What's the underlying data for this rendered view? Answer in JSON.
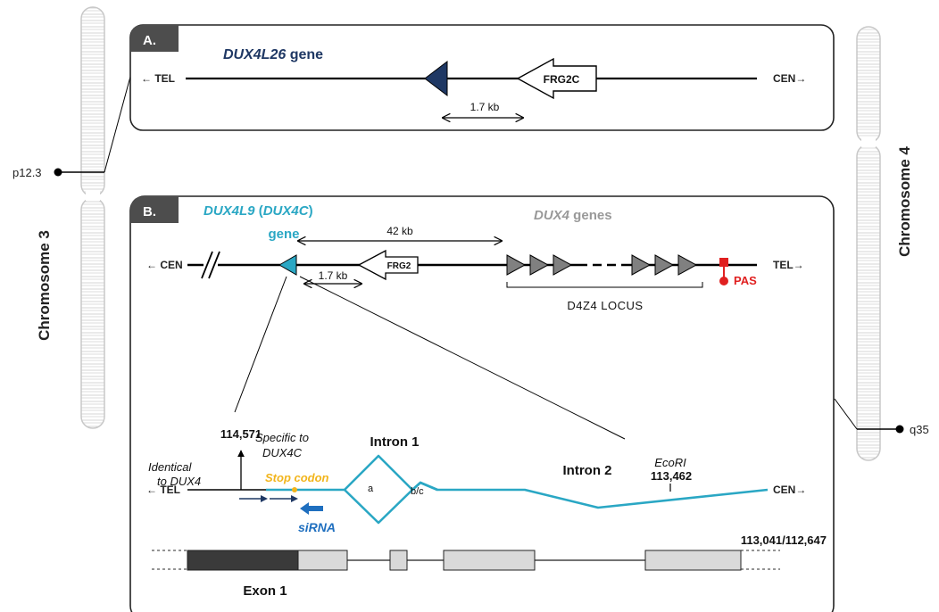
{
  "panel_a": {
    "tag": "A.",
    "gene_name": "DUX4L26",
    "gene_suffix": " gene",
    "left_end": "← TEL",
    "right_end": "CEN→",
    "frg_label": "FRG2C",
    "distance": "1.7 kb"
  },
  "panel_b": {
    "tag": "B.",
    "gene_name": "DUX4L9",
    "gene_alias_open": " (",
    "gene_alias": "DUX4C",
    "gene_alias_close": ")",
    "gene_word": "gene",
    "dux4_genes_italic": "DUX4",
    "dux4_genes_suffix": " genes",
    "left_end": "← CEN",
    "right_end": "TEL→",
    "frg_label": "FRG2",
    "distance_long": "42 kb",
    "distance_short": "1.7 kb",
    "locus_label": "D4Z4 LOCUS",
    "pas_label": "PAS"
  },
  "detail": {
    "left_end": "← TEL",
    "right_end": "CEN→",
    "identical_line1": "Identical",
    "identical_line2": "to DUX4",
    "coord_start": "114,571",
    "specific_line1": "Specific to",
    "specific_line2": "DUX4C",
    "stop_codon": "Stop codon",
    "sirna": "siRNA",
    "intron1": "Intron 1",
    "intron1_a": "a",
    "intron1_bc": "b/c",
    "intron2": "Intron 2",
    "ecori": "EcoRI",
    "ecori_coord": "113,462",
    "end_coord": "113,041/112,647",
    "exon1": "Exon 1"
  },
  "chromosomes": {
    "left_name": "Chromosome 3",
    "left_band": "p12.3",
    "right_name": "Chromosome 4",
    "right_band": "q35"
  },
  "colors": {
    "panel_tag_bg": "#4d4d4d",
    "dux4l26": "#1f3864",
    "dux4c": "#2aa7c4",
    "dux4_gray": "#808080",
    "pas": "#e02020",
    "stop_codon": "#f2b51c",
    "sirna": "#1f6fbf",
    "dark_arrow": "#1f3864",
    "exon_dark": "#3a3a3a",
    "exon_light": "#d9d9d9"
  }
}
